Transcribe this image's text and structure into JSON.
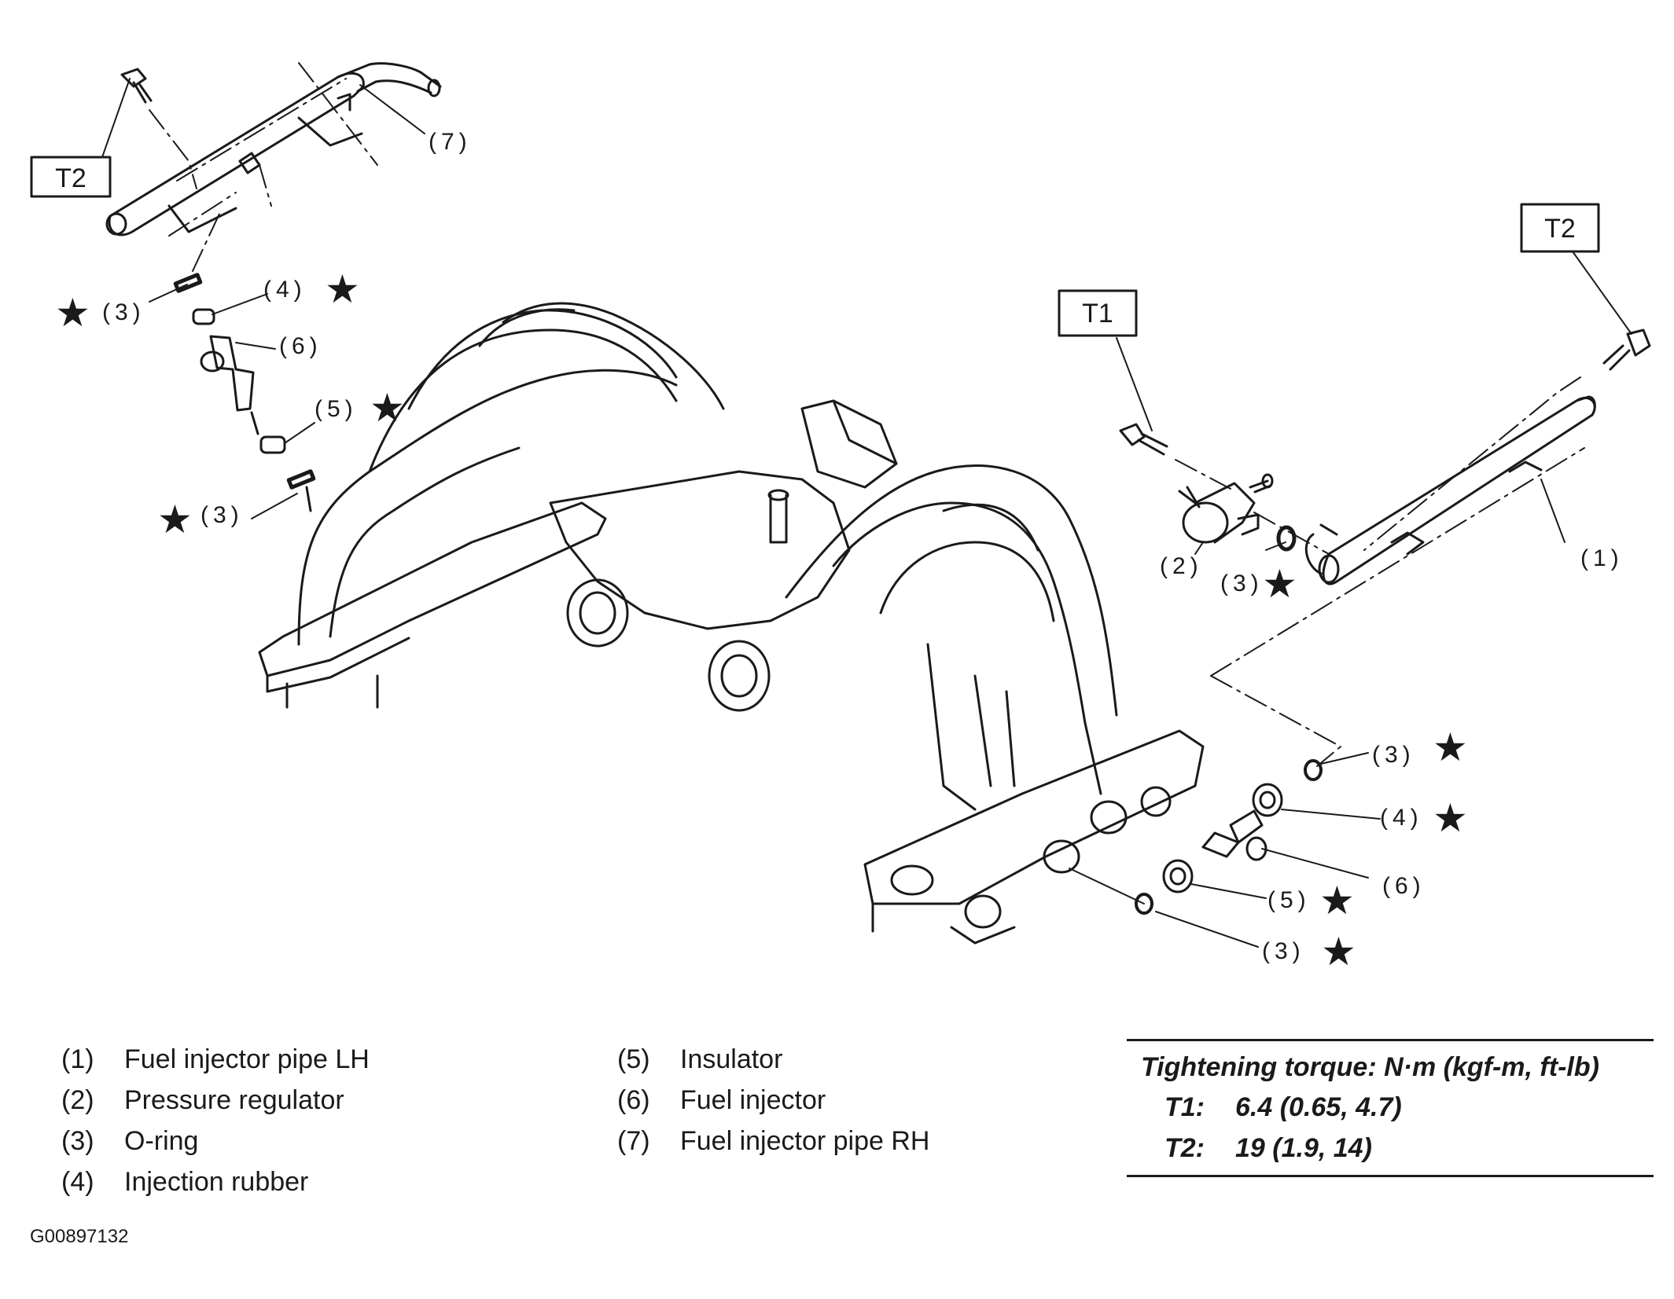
{
  "diagram": {
    "boxes": {
      "t2_left": "T2",
      "t1": "T1",
      "t2_right": "T2"
    },
    "callouts": {
      "c7": "(7)",
      "c4_left": "(4)",
      "c3_left_top": "(3)",
      "c6_left": "(6)",
      "c5_left": "(5)",
      "c3_left_bottom": "(3)",
      "c2": "(2)",
      "c3_reg": "(3)",
      "c1": "(1)",
      "c3_right": "(3)",
      "c4_right": "(4)",
      "c6_right": "(6)",
      "c5_right": "(5)",
      "c3_right_bottom": "(3)"
    },
    "star_symbol": "★"
  },
  "legend": {
    "left": [
      {
        "num": "(1)",
        "label": "Fuel injector pipe LH"
      },
      {
        "num": "(2)",
        "label": "Pressure regulator"
      },
      {
        "num": "(3)",
        "label": "O-ring"
      },
      {
        "num": "(4)",
        "label": "Injection rubber"
      }
    ],
    "middle": [
      {
        "num": "(5)",
        "label": "Insulator"
      },
      {
        "num": "(6)",
        "label": "Fuel injector"
      },
      {
        "num": "(7)",
        "label": "Fuel injector pipe RH"
      }
    ]
  },
  "torque": {
    "title": "Tightening torque: N·m (kgf-m, ft-lb)",
    "rows": [
      {
        "key": "T1:",
        "value": "6.4 (0.65, 4.7)"
      },
      {
        "key": "T2:",
        "value": "19 (1.9, 14)"
      }
    ]
  },
  "figure_id": "G00897132"
}
